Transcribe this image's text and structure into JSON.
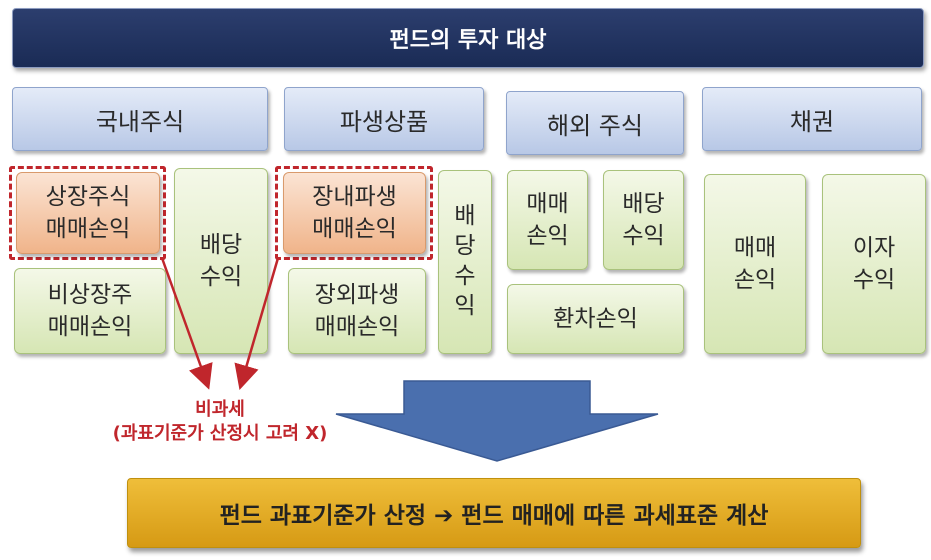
{
  "title": "펀드의 투자 대상",
  "categories": {
    "domestic": "국내주식",
    "derivative": "파생상품",
    "foreign": "해외 주식",
    "bond": "채권"
  },
  "boxes": {
    "listed_stock": "상장주식\n매매손익",
    "unlisted_stock": "비상장주\n매매손익",
    "domestic_dividend": "배당\n수익",
    "exchange_derivative": "장내파생\n매매손익",
    "otc_derivative": "장외파생\n매매손익",
    "derivative_dividend": "배\n당\n수\n익",
    "foreign_trading": "매매\n손익",
    "foreign_dividend": "배당\n수익",
    "fx_gain": "환차손익",
    "bond_trading": "매매\n손익",
    "bond_interest": "이자\n수익"
  },
  "note": {
    "line1": "비과세",
    "line2": "(과표기준가 산정시 고려 X)"
  },
  "result": "펀드 과표기준가 산정 ➔ 펀드 매매에 따른 과세표준 계산",
  "colors": {
    "title_bg": "#1f3163",
    "category_bg": "#c8d5ee",
    "green_box": "#e2edc8",
    "orange_box": "#f4c29e",
    "highlight_red": "#c0262c",
    "arrow_blue": "#4a6fae",
    "result_bg": "#e2aa22"
  }
}
